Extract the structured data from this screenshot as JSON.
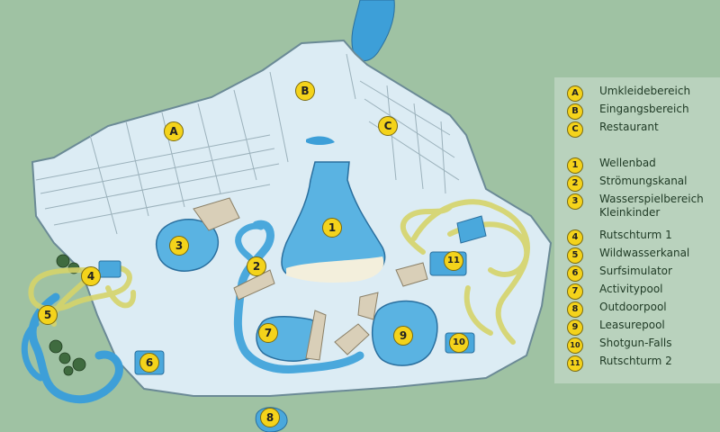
{
  "colors": {
    "background": "#9fc2a3",
    "building": "#dcecf4",
    "water": "#4aa8dc",
    "slide": "#d8d66a",
    "marker": "#f4d31b",
    "legend_bg": "#b9d2bd"
  },
  "markers": [
    {
      "id": "A",
      "label": "A"
    },
    {
      "id": "B",
      "label": "B"
    },
    {
      "id": "C",
      "label": "C"
    },
    {
      "id": "1",
      "label": "1"
    },
    {
      "id": "2",
      "label": "2"
    },
    {
      "id": "3",
      "label": "3"
    },
    {
      "id": "4",
      "label": "4"
    },
    {
      "id": "5",
      "label": "5"
    },
    {
      "id": "6",
      "label": "6"
    },
    {
      "id": "7",
      "label": "7"
    },
    {
      "id": "8",
      "label": "8"
    },
    {
      "id": "9",
      "label": "9"
    },
    {
      "id": "10",
      "label": "10"
    },
    {
      "id": "11",
      "label": "11"
    }
  ],
  "legend": [
    {
      "badge": "A",
      "text": "Umkleidebereich"
    },
    {
      "badge": "B",
      "text": "Eingangsbereich"
    },
    {
      "badge": "C",
      "text": "Restaurant"
    },
    {
      "badge": "1",
      "text": "Wellenbad"
    },
    {
      "badge": "2",
      "text": "Strömungskanal"
    },
    {
      "badge": "3",
      "text": "Wasserspielbereich\nKleinkinder"
    },
    {
      "badge": "4",
      "text": "Rutschturm 1"
    },
    {
      "badge": "5",
      "text": "Wildwasserkanal"
    },
    {
      "badge": "6",
      "text": "Surfsimulator"
    },
    {
      "badge": "7",
      "text": "Activitypool"
    },
    {
      "badge": "8",
      "text": "Outdoorpool"
    },
    {
      "badge": "9",
      "text": "Leasurepool"
    },
    {
      "badge": "10",
      "text": "Shotgun-Falls"
    },
    {
      "badge": "11",
      "text": "Rutschturm 2"
    }
  ]
}
